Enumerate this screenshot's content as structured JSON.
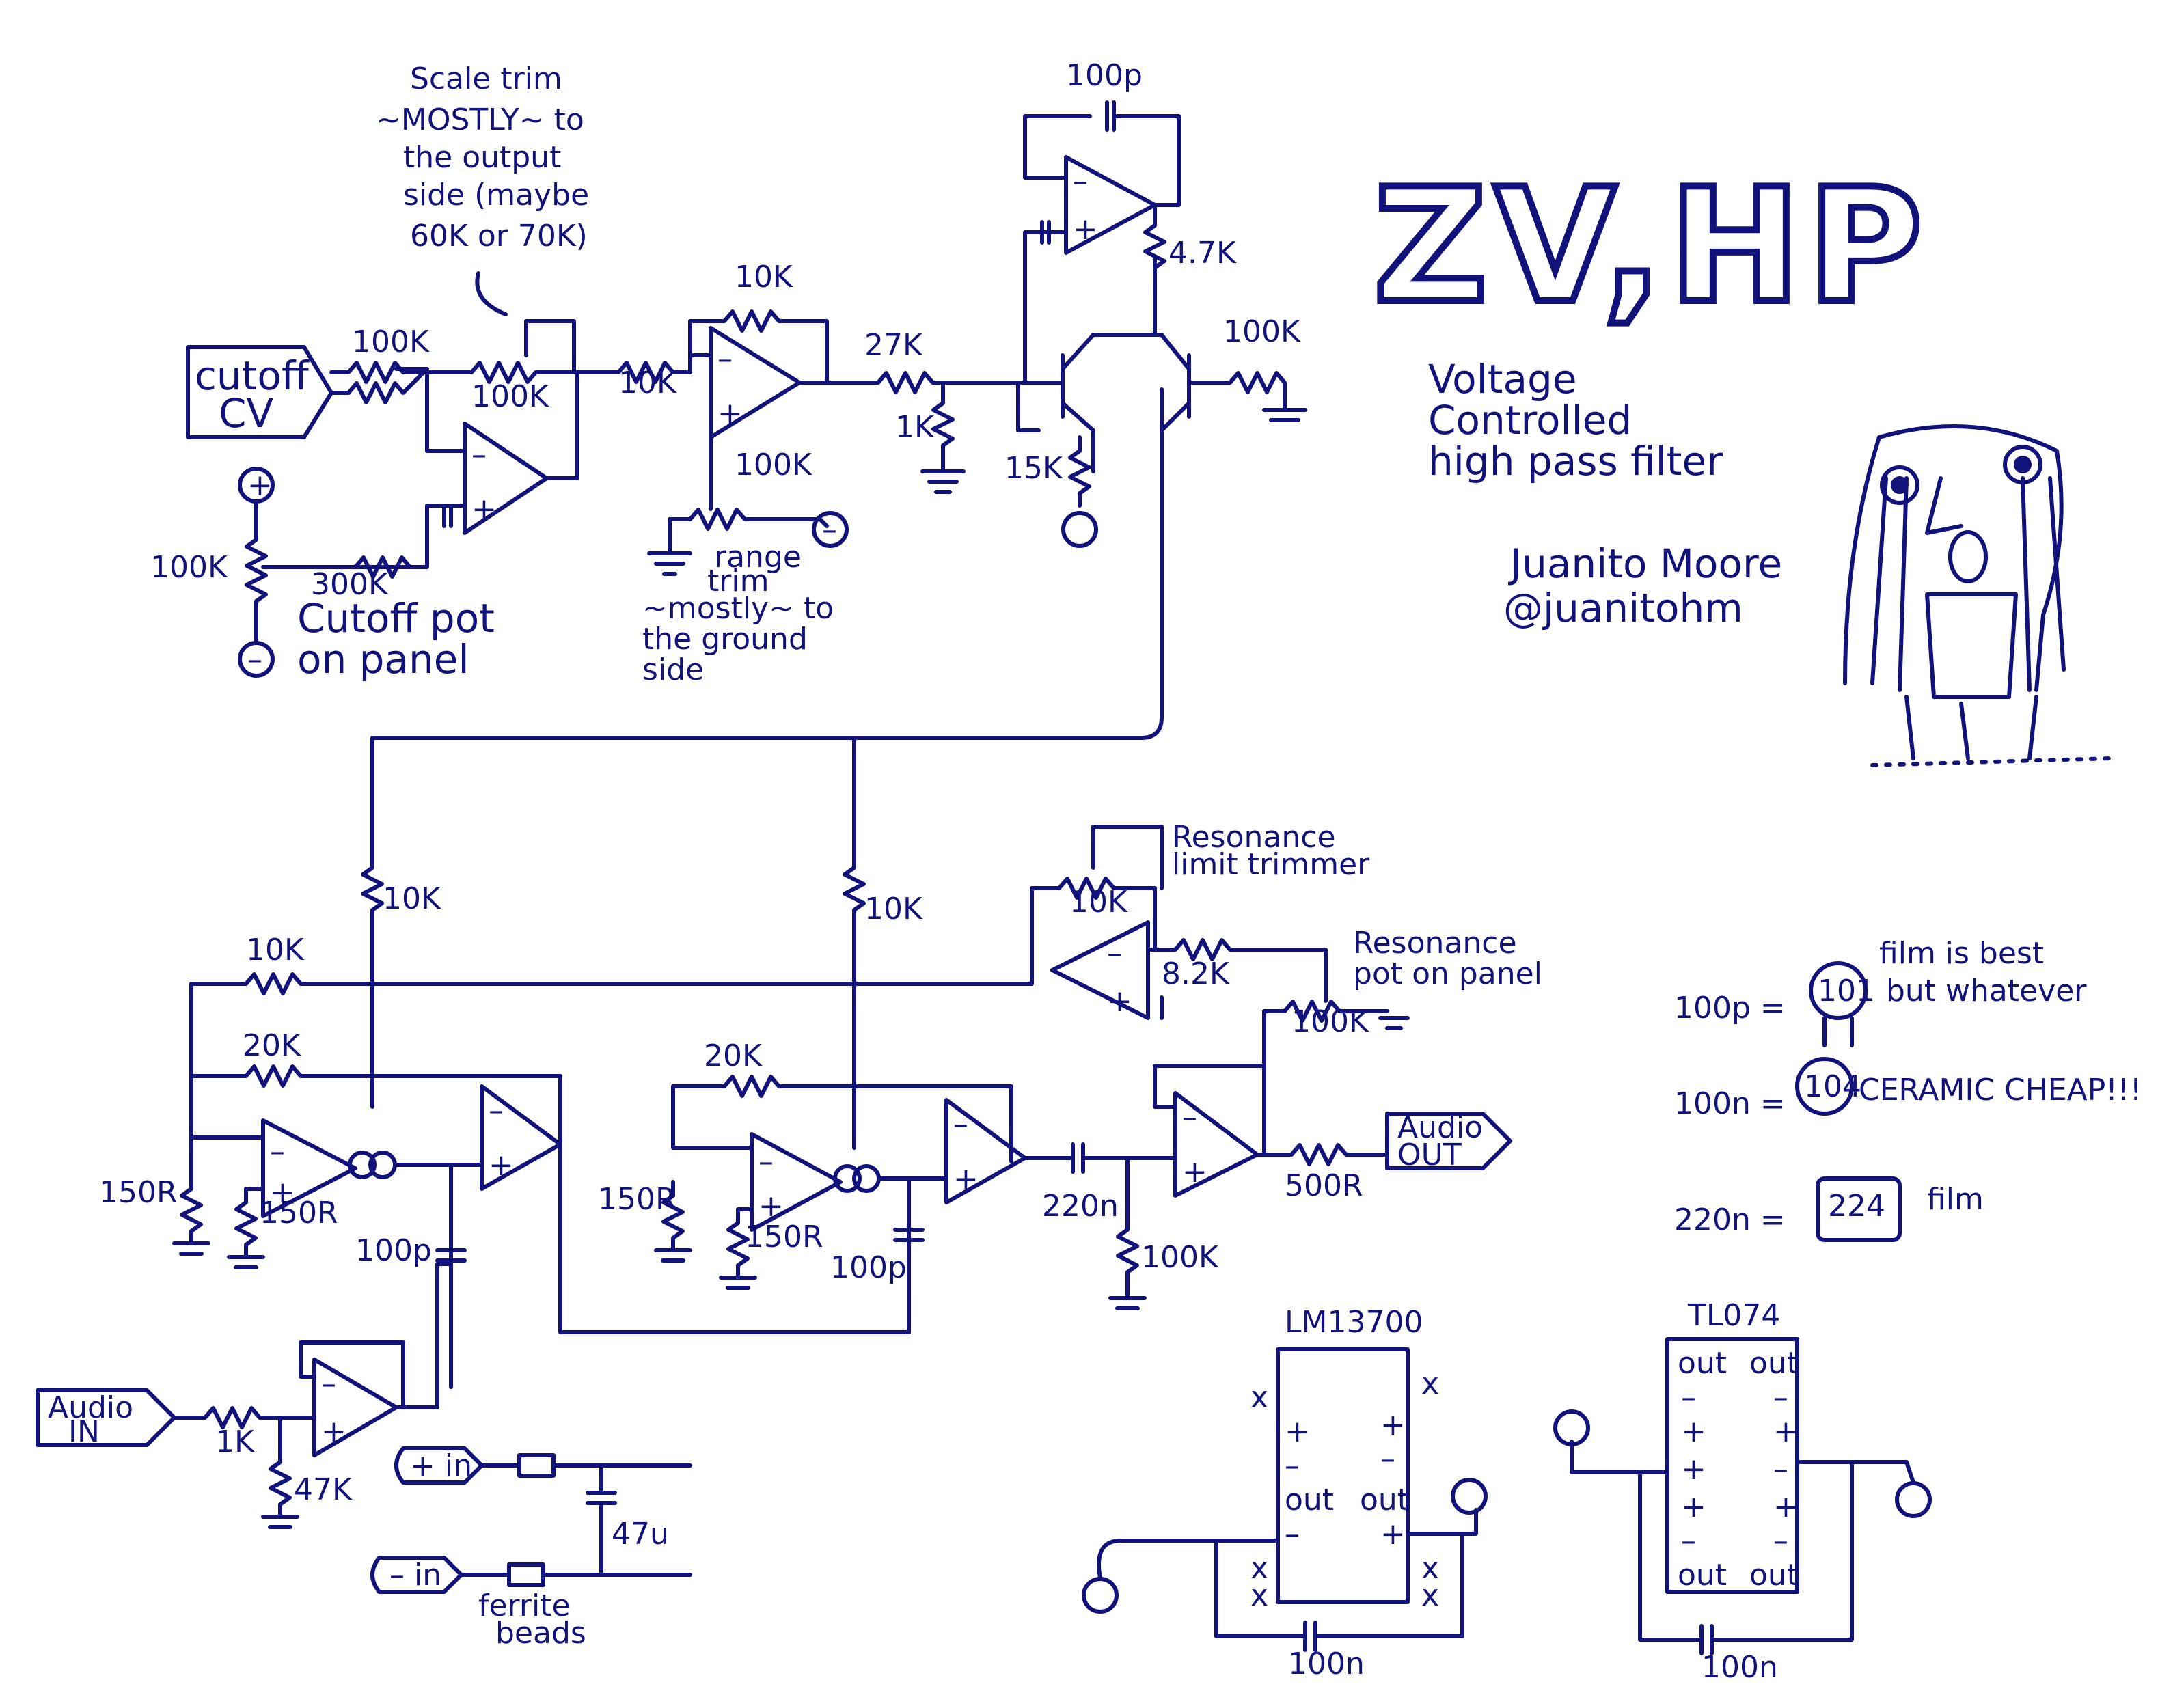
{
  "title": "ZV,HP",
  "subtitle_lines": [
    "Voltage",
    "Controlled",
    "high pass filter"
  ],
  "author": "Juanito Moore",
  "handle": "@juanitohm",
  "notes": {
    "scale_trim": [
      "Scale trim",
      "~MOSTLY~ to",
      "the output",
      "side (maybe",
      "60K or 70K)"
    ],
    "range_trim": [
      "range",
      "trim",
      "~mostly~ to",
      "the ground",
      "side"
    ],
    "cutoff_pot": [
      "Cutoff pot",
      "on panel"
    ],
    "resonance_limit": [
      "Resonance",
      "limit trimmer"
    ],
    "resonance_pot": [
      "Resonance",
      "pot on panel"
    ],
    "ferrite": [
      "ferrite",
      "beads"
    ]
  },
  "io": {
    "cutoff_cv": [
      "cutoff",
      "CV"
    ],
    "audio_in": [
      "Audio",
      "IN"
    ],
    "audio_out": [
      "Audio",
      "OUT"
    ],
    "plus_in": "+ in",
    "minus_in": "– in"
  },
  "components": {
    "c_100p": "100p",
    "r_100k": "100K",
    "r_10k": "10K",
    "r_27k": "27K",
    "r_1k": "1K",
    "r_15k": "15K",
    "r_4_7k": "4.7K",
    "r_300k": "300K",
    "r_20k": "20K",
    "r_150r": "150R",
    "r_8_2k": "8.2K",
    "r_500r": "500R",
    "r_47k": "47K",
    "c_220n": "220n",
    "c_47u": "47u",
    "c_100n": "100n"
  },
  "legend": {
    "c100p_label": "100p =",
    "c100p_code": "101",
    "c100p_note": [
      "film is best",
      "but whatever"
    ],
    "c100n_label": "100n =",
    "c100n_code": "104",
    "c100n_note": "CERAMIC CHEAP!!!",
    "c220n_label": "220n =",
    "c220n_code": "224",
    "c220n_note": "film"
  },
  "chips": {
    "lm13700": {
      "name": "LM13700",
      "left_pins": [
        "x",
        "+",
        "–",
        "out",
        "–",
        "x",
        "x"
      ],
      "right_pins": [
        "x",
        "+",
        "–",
        "out",
        "+",
        "x",
        "x"
      ]
    },
    "tl074": {
      "name": "TL074",
      "left_pins": [
        "out",
        "–",
        "+",
        "+",
        "+",
        "–",
        "out"
      ],
      "right_pins": [
        "out",
        "–",
        "+",
        "–",
        "+",
        "–",
        "out"
      ]
    }
  },
  "colors": {
    "ink": "#12137a",
    "paper": "#ffffff"
  }
}
